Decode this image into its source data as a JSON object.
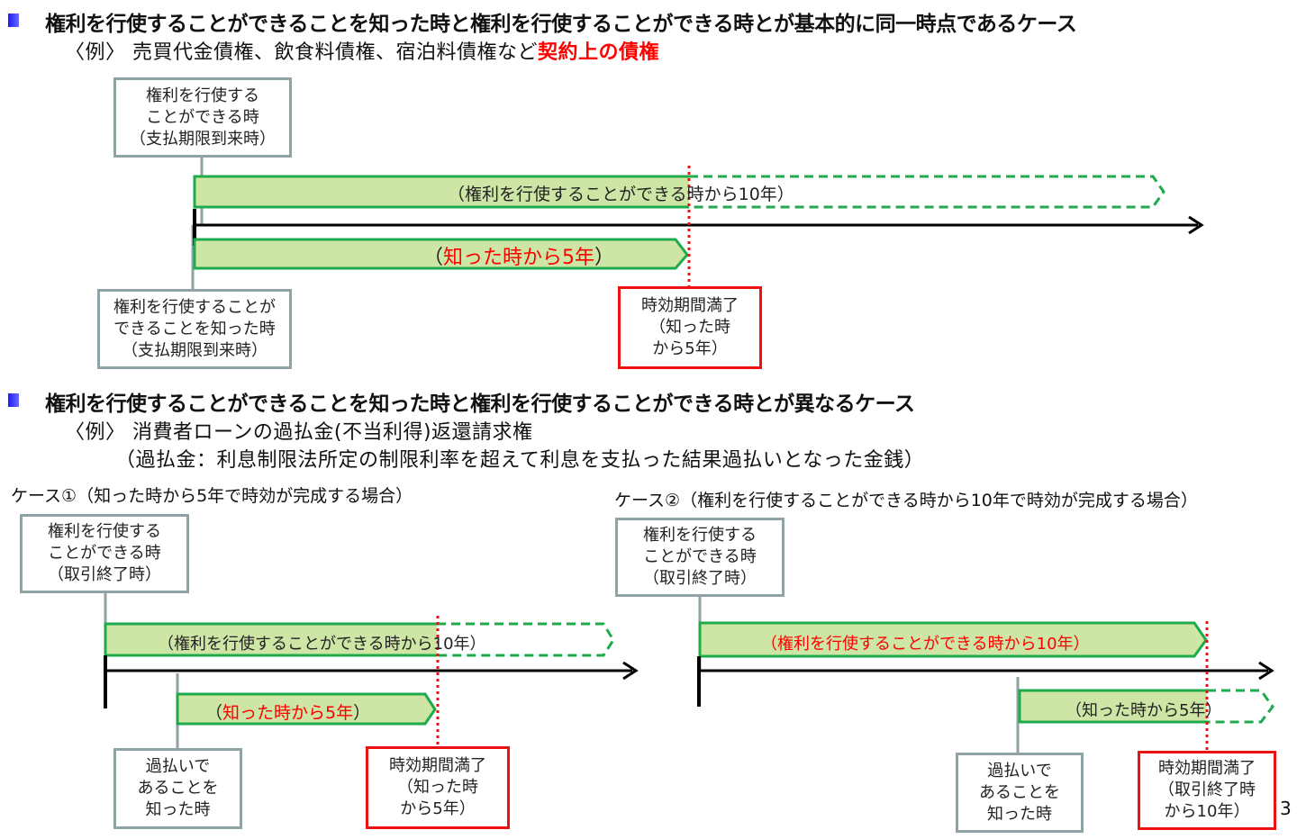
{
  "section1": {
    "heading": "権利を行使することができることを知った時と権利を行使することができる時とが基本的に同一時点であるケース",
    "example_prefix": "〈例〉 売買代金債権、飲食料債権、宿泊料債権など",
    "example_highlight": "契約上の債権",
    "box_top": [
      "権利を行使する",
      "ことができる時",
      "（支払期限到来時）"
    ],
    "box_bottom": [
      "権利を行使することが",
      "できることを知った時",
      "（支払期限到来時）"
    ],
    "expiry_box": [
      "時効期間満了",
      "（知った時",
      "から5年）"
    ],
    "bar_10y": "（権利を行使することができる時から10年）",
    "bar_5y_open": "（",
    "bar_5y_text": "知った時から5年",
    "bar_5y_close": "）"
  },
  "section2": {
    "heading": "権利を行使することができることを知った時と権利を行使することができる時とが異なるケース",
    "example_line1": "〈例〉 消費者ローンの過払金(不当利得)返還請求権",
    "example_line2": "（過払金：利息制限法所定の制限利率を超えて利息を支払った結果過払いとなった金銭）",
    "case1": {
      "title": "ケース①（知った時から5年で時効が完成する場合）",
      "box_top": [
        "権利を行使する",
        "ことができる時",
        "（取引終了時）"
      ],
      "box_bottom": [
        "過払いで",
        "あることを",
        "知った時"
      ],
      "expiry_box": [
        "時効期間満了",
        "（知った時",
        "から5年）"
      ],
      "bar_10y": "（権利を行使することができる時から10年）",
      "bar_5y_open": "（",
      "bar_5y_text": "知った時から5年",
      "bar_5y_close": "）"
    },
    "case2": {
      "title": "ケース②（権利を行使することができる時から10年で時効が完成する場合）",
      "box_top": [
        "権利を行使する",
        "ことができる時",
        "（取引終了時）"
      ],
      "box_bottom": [
        "過払いで",
        "あることを",
        "知った時"
      ],
      "expiry_box": [
        "時効期間満了",
        "（取引終了時",
        "から10年）"
      ],
      "bar_10y": "（権利を行使することができる時から10年）",
      "bar_5y": "（知った時から5年）"
    }
  },
  "page_number": "3",
  "colors": {
    "bar_fill": "#cde5a5",
    "bar_stroke": "#1faa4b",
    "expiry_red": "#ee1111",
    "box_border": "#8fa3a5",
    "bullet_blue": "#1a1aff"
  }
}
